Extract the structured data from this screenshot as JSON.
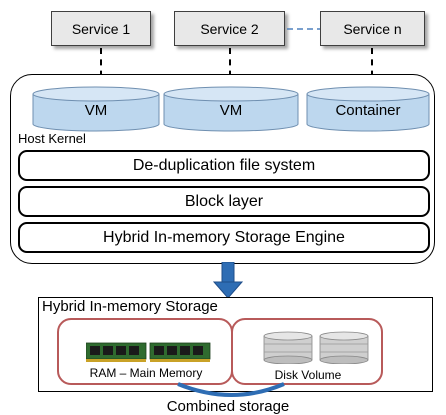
{
  "services": [
    "Service 1",
    "Service 2",
    "Service n"
  ],
  "runtimes": [
    "VM",
    "VM",
    "Container"
  ],
  "host": {
    "label": "Host Kernel",
    "layers": [
      "De-duplication file system",
      "Block layer",
      "Hybrid In-memory Storage Engine"
    ]
  },
  "storage": {
    "label": "Hybrid In-memory Storage",
    "memory_label": "RAM – Main Memory",
    "disk_label": "Disk Volume",
    "combined_label": "Combined storage"
  },
  "colors": {
    "service_fill": "#e8e8e8",
    "cylinder_fill": "#bdd7ee",
    "cylinder_stroke": "#6f8fb0",
    "arrow": "#2e6db4",
    "region_border": "#b85a5a"
  },
  "icons": [
    "ram-module-icon",
    "disk-stack-icon",
    "down-arrow-icon"
  ]
}
